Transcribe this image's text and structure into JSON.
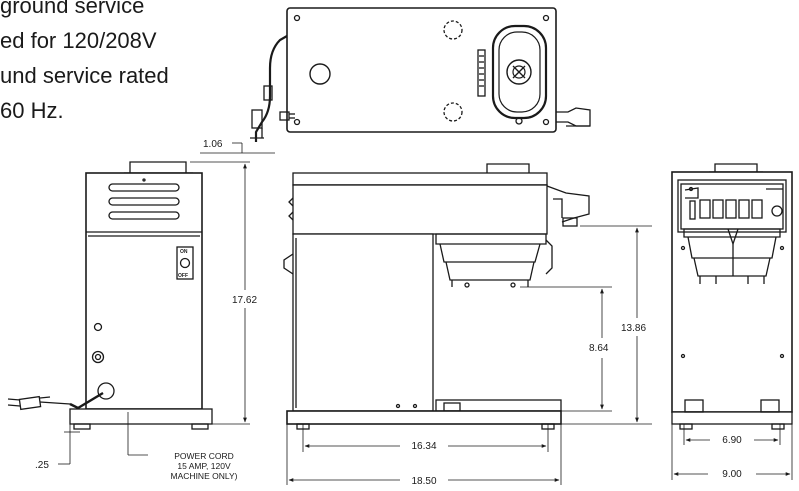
{
  "intro_text": {
    "line1": "ground service",
    "line2": "ed for 120/208V",
    "line3": "und service rated",
    "line4": "60 Hz."
  },
  "dimensions": {
    "top_offset": "1.06",
    "front_height": "17.62",
    "base_offset": ".25",
    "side_spout_height": "13.86",
    "side_warmer_height": "8.64",
    "side_inner_width": "16.34",
    "side_overall_width": "18.50",
    "back_inner_width": "6.90",
    "back_overall_width": "9.00"
  },
  "power_cord_note": {
    "line1": "POWER CORD",
    "line2": "15 AMP, 120V",
    "line3": "MACHINE ONLY)"
  },
  "switch_labels": {
    "on": "ON",
    "off": "OFF"
  }
}
